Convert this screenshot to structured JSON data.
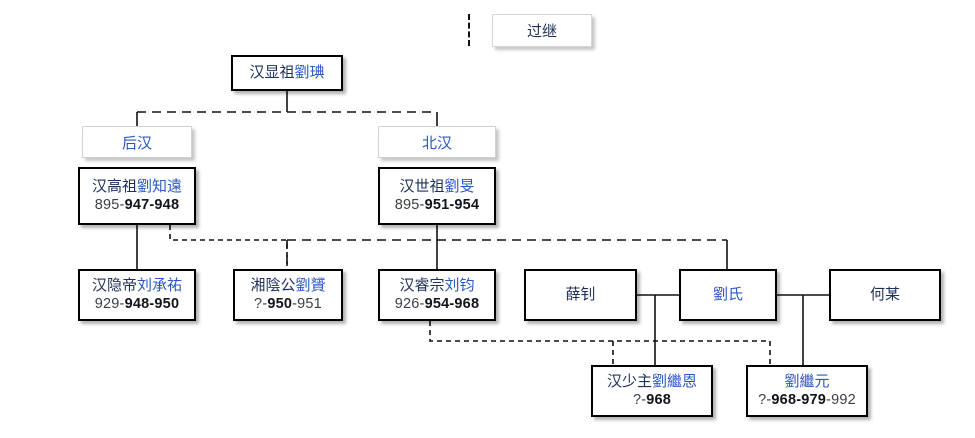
{
  "legend": {
    "label": "过继",
    "marker": "dashed-vertical-line"
  },
  "nodes": {
    "root": {
      "title_dark": "汉显祖",
      "title_blue": "劉琠"
    },
    "later_han_header": {
      "label": "后汉"
    },
    "northern_han_header": {
      "label": "北汉"
    },
    "gaozu": {
      "title_dark": "汉高祖",
      "title_blue": "劉知遠",
      "dates_plain_pre": "895-",
      "dates_bold": "947-948"
    },
    "shizu": {
      "title_dark": "汉世祖",
      "title_blue": "劉旻",
      "dates_plain_pre": "895-",
      "dates_bold": "951-954"
    },
    "yindi": {
      "title_dark": "汉隐帝",
      "title_blue": "刘承祐",
      "dates_plain_pre": "929-",
      "dates_bold": "948-950"
    },
    "xiangyingong": {
      "title_dark": "湘陰公",
      "title_blue": "劉贇",
      "dates_plain_pre": "?-",
      "dates_bold": "950",
      "dates_plain_post": "-951"
    },
    "ruizong": {
      "title_dark": "汉睿宗",
      "title_blue": "刘钧",
      "dates_plain_pre": "926-",
      "dates_bold": "954-968"
    },
    "xuezhao": {
      "title_dark": "薛钊"
    },
    "liushi": {
      "title_blue": "劉氏"
    },
    "hemou": {
      "title_dark": "何某"
    },
    "shaozhu": {
      "title_dark": "汉少主",
      "title_blue": "劉繼恩",
      "dates_plain_pre": "?-",
      "dates_bold": "968"
    },
    "jiyuan": {
      "title_blue": "劉繼元",
      "dates_plain_pre": "?-",
      "dates_bold": "968-979",
      "dates_plain_post": "-992"
    }
  },
  "colors": {
    "name_dark": "#1f3158",
    "name_blue": "#2b57c4",
    "box_border": "#000000",
    "header_border": "#d0d0d0",
    "line": "#111111"
  }
}
